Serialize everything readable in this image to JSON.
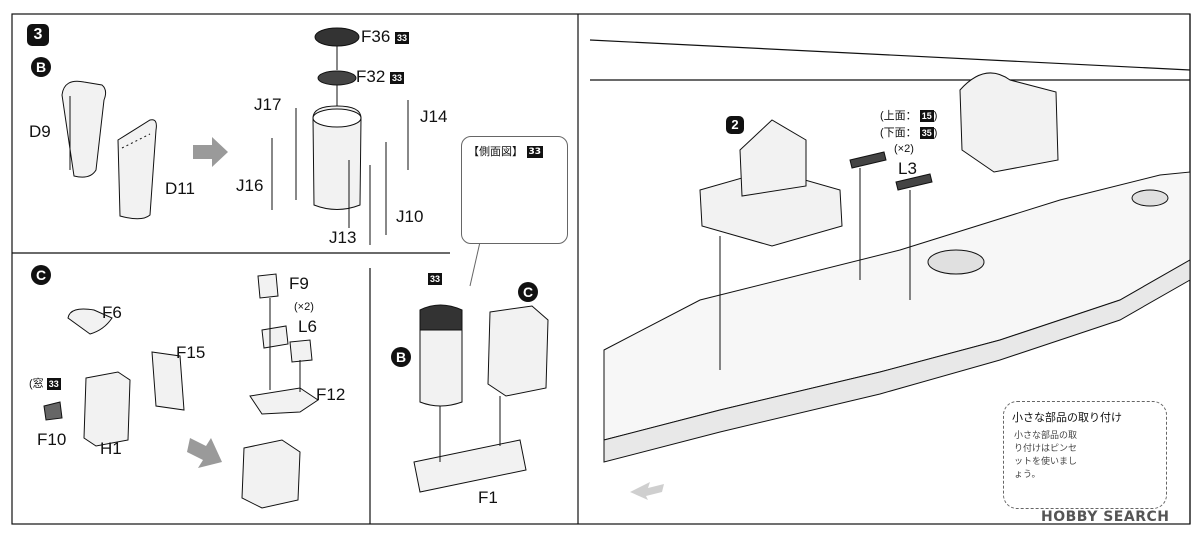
{
  "steps": {
    "step3": "3",
    "step2": "2"
  },
  "subassembly": {
    "b": "B",
    "c": "C"
  },
  "parts": {
    "d9": "D9",
    "d11": "D11",
    "f36": "F36",
    "f32": "F32",
    "j17": "J17",
    "j14": "J14",
    "j16": "J16",
    "j10": "J10",
    "j13": "J13",
    "f9": "F9",
    "l6": "L6",
    "l6_qty": "(×2)",
    "f6": "F6",
    "f15": "F15",
    "f12": "F12",
    "f10": "F10",
    "h1": "H1",
    "f1": "F1",
    "l3": "L3",
    "l3_qty": "(×2)"
  },
  "color_codes": {
    "c33": "33",
    "c15": "15",
    "c35": "35"
  },
  "notes": {
    "window": "(窓",
    "side_view": "【側面図】",
    "top_face": "(上面：",
    "bottom_face": "(下面：",
    "close_paren": ")"
  },
  "tip": {
    "title": "小さな部品の取り付け",
    "body": "小さな部品の取り付けはピンセットを使いましょう。"
  },
  "watermark": "HOBBY SEARCH",
  "colors": {
    "ink": "#111111",
    "part_fill": "#f2f2f2",
    "dark_part": "#333333",
    "arrow": "#9a9a9a"
  }
}
